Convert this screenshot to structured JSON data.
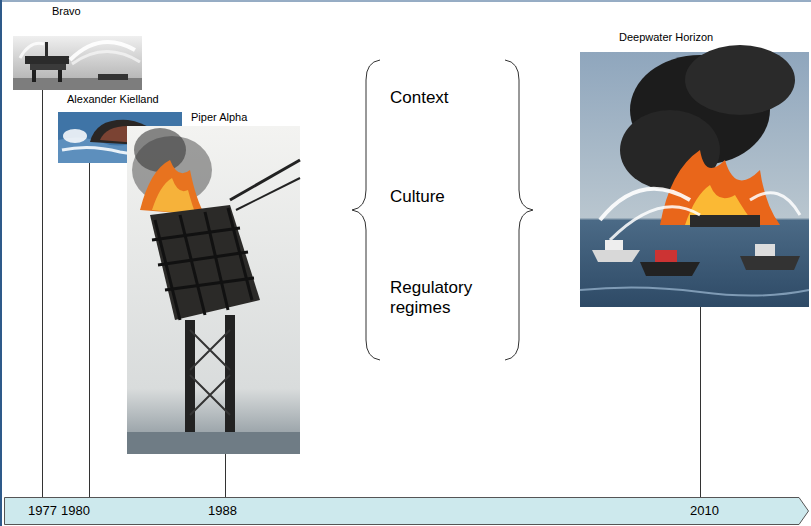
{
  "diagram": {
    "nodes": [
      {
        "text": [
          "Bravo"
        ]
      },
      {
        "text": [
          "Alexander Kielland"
        ]
      },
      {
        "text": [
          "Piper Alpha"
        ]
      },
      {
        "text": [
          "Deepwater Horizon"
        ]
      },
      {
        "text": [
          "1977",
          "1980",
          "1988",
          "2010"
        ]
      }
    ],
    "edges": [
      {
        "from": 0,
        "to": 4,
        "arrow": "none"
      },
      {
        "from": 1,
        "to": 4,
        "arrow": "none"
      },
      {
        "from": 2,
        "to": 4,
        "arrow": "none"
      },
      {
        "from": 3,
        "to": 4,
        "arrow": "none"
      }
    ],
    "labels": [
      "Context",
      "Culture",
      "Regulatory regimes"
    ]
  }
}
